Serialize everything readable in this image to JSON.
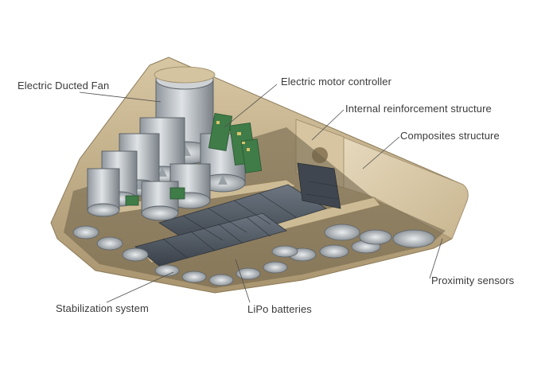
{
  "labels": {
    "ducted_fan": "Electric Ducted Fan",
    "motor_controller": "Electric motor controller",
    "reinforcement": "Internal reinforcement structure",
    "composites": "Composites structure",
    "proximity": "Proximity sensors",
    "stabilization": "Stabilization system",
    "batteries": "LiPo batteries"
  },
  "colors": {
    "shell": "#c8b48e",
    "shell_dark": "#9d8a66",
    "shell_light": "#e4d6b8",
    "fan": "#b9bec2",
    "fan_dark": "#6f767c",
    "battery": "#4d5560",
    "board": "#3d7a46",
    "leader": "#555555"
  }
}
